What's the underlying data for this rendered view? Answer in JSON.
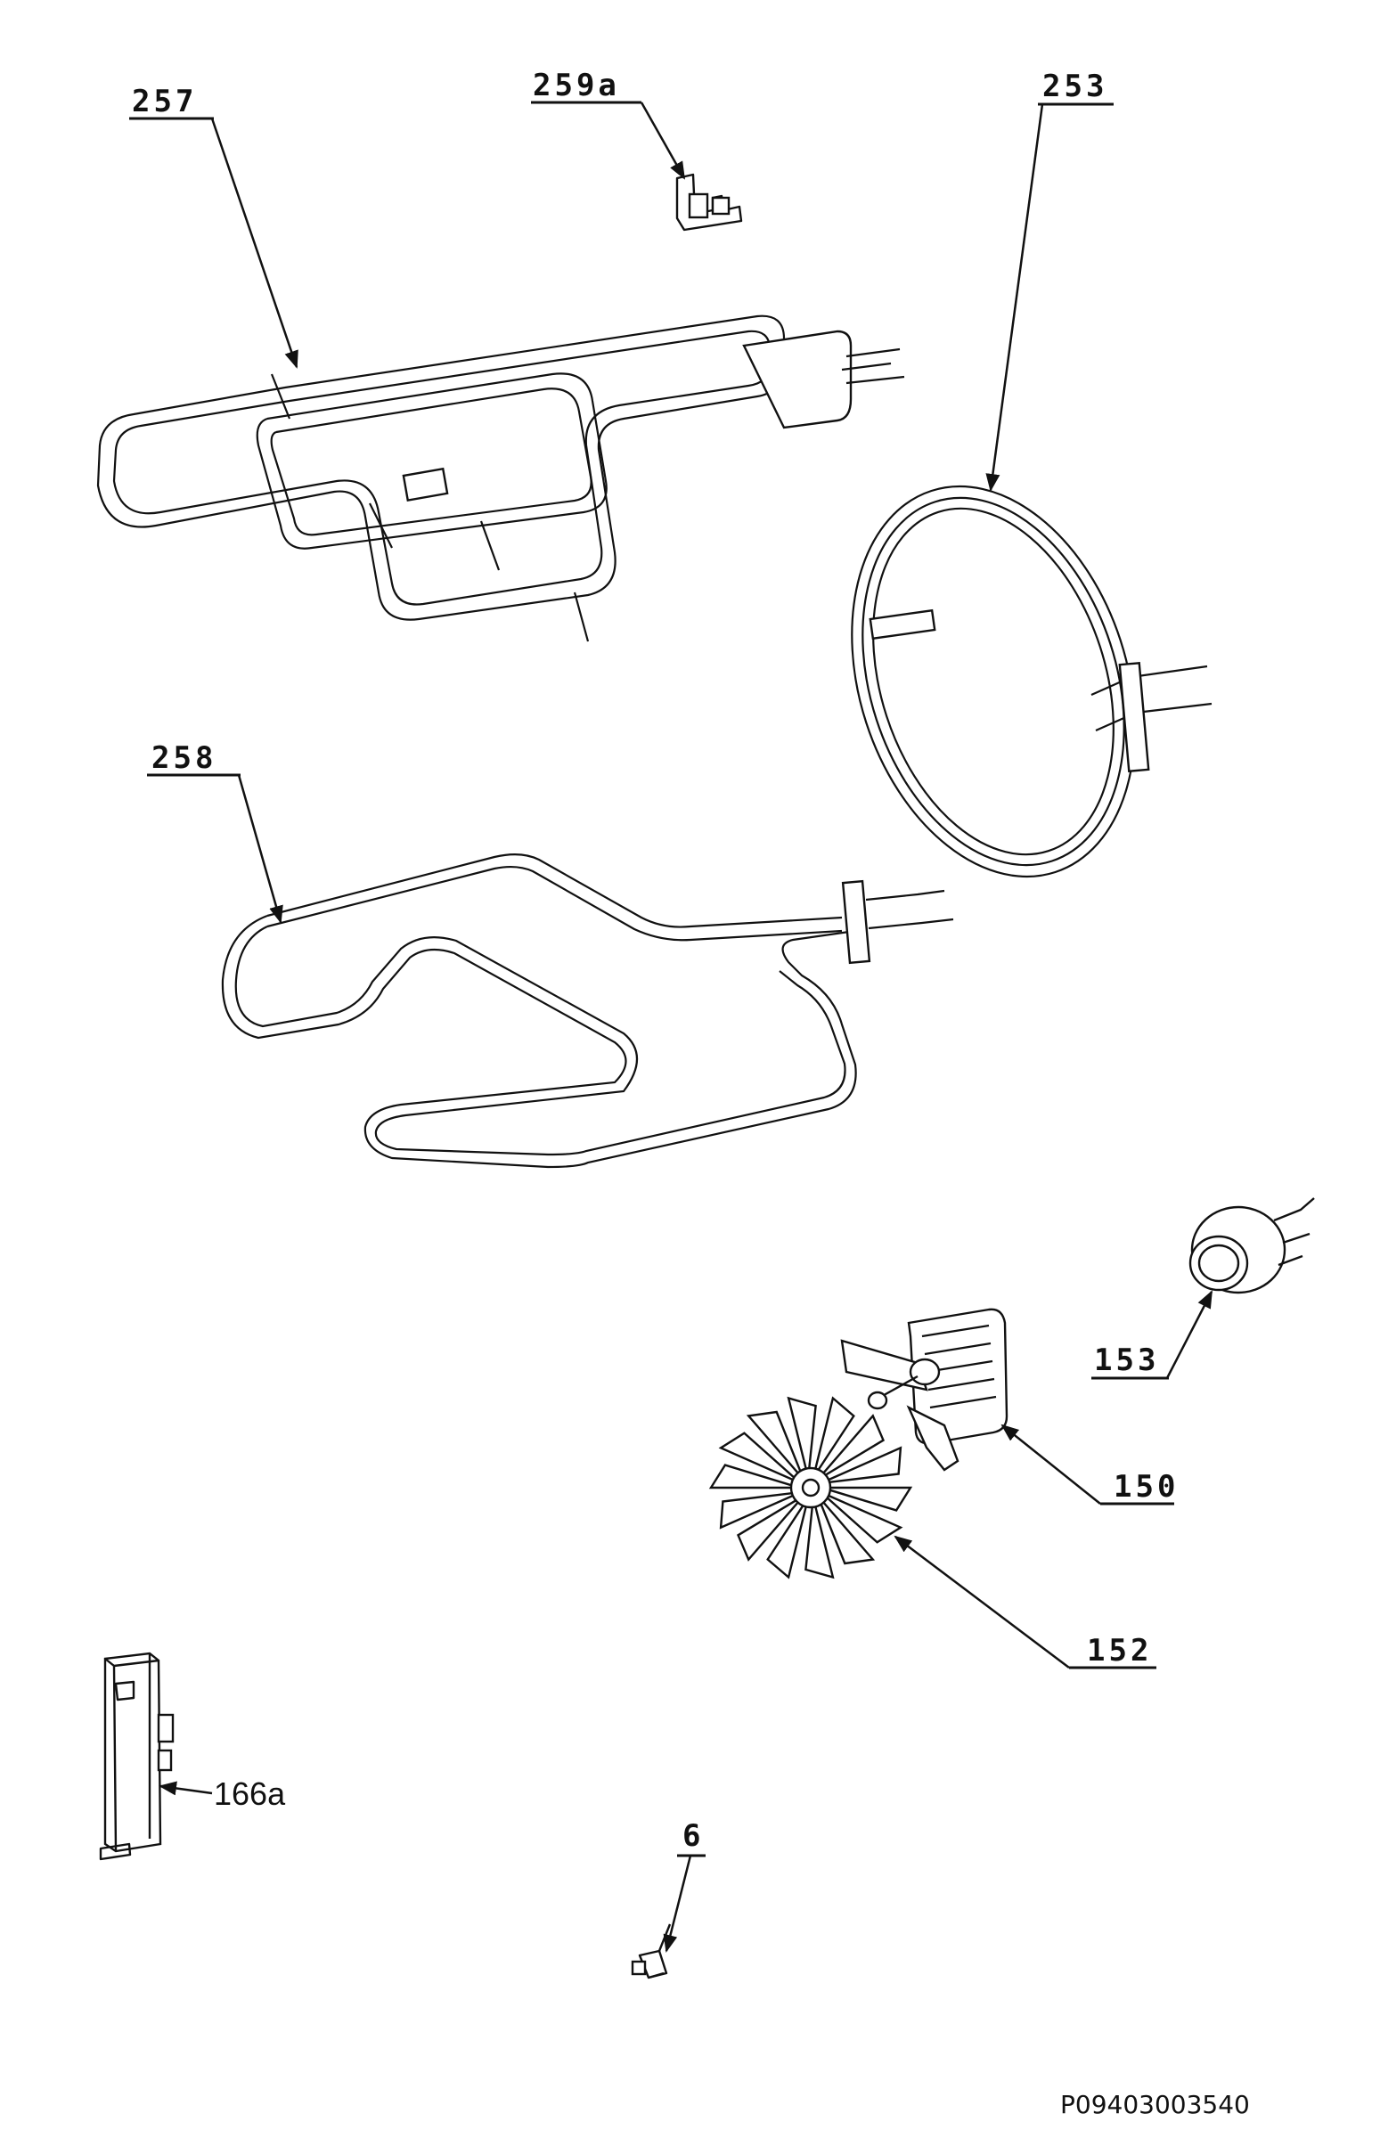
{
  "labels": {
    "p257": "257",
    "p259a": "259a",
    "p253": "253",
    "p258": "258",
    "p153": "153",
    "p150": "150",
    "p152": "152",
    "p166a": "166a",
    "p6": "6"
  },
  "drawing_code": "P09403003540"
}
